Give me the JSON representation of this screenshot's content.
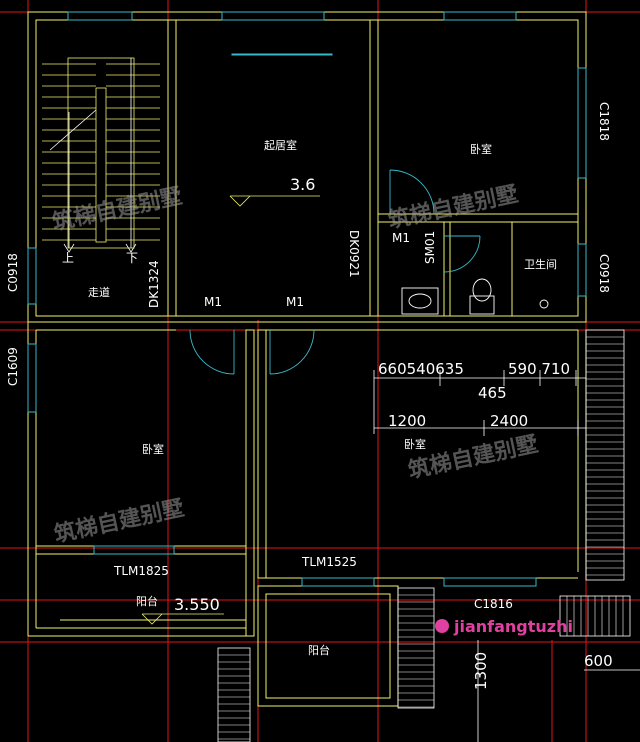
{
  "rooms": {
    "living": "起居室",
    "bed_top_right": "卧室",
    "bed_left": "卧室",
    "bed_main": "卧室",
    "corridor": "走道",
    "bath": "卫生间",
    "balcony_left": "阳台",
    "balcony_bottom": "阳台",
    "stair_up": "上",
    "stair_down": "下"
  },
  "codes": {
    "c1818": "C1818",
    "c0918_left": "C0918",
    "c0918_right": "C0918",
    "c1609": "C1609",
    "dk1324": "DK1324",
    "dk0921": "DK0921",
    "sm01": "SM01",
    "m1_bath": "M1",
    "m1_left": "M1",
    "m1_right": "M1",
    "tlm1825": "TLM1825",
    "tlm1525": "TLM1525",
    "c1816": "C1816"
  },
  "dims": {
    "elev_living": "3.6",
    "elev_balcony": "3.550",
    "row1": "660540635",
    "row1b": "590 710",
    "d465": "465",
    "d1200": "1200",
    "d2400": "2400",
    "d1300": "1300",
    "d600": "600"
  },
  "watermark": {
    "text": "筑梯自建别墅",
    "handle": "jianfangtuzhi"
  },
  "colors": {
    "wall": "#f2f26a",
    "grid": "#e0161a",
    "text": "#ffffff",
    "window": "#38b8c8"
  }
}
